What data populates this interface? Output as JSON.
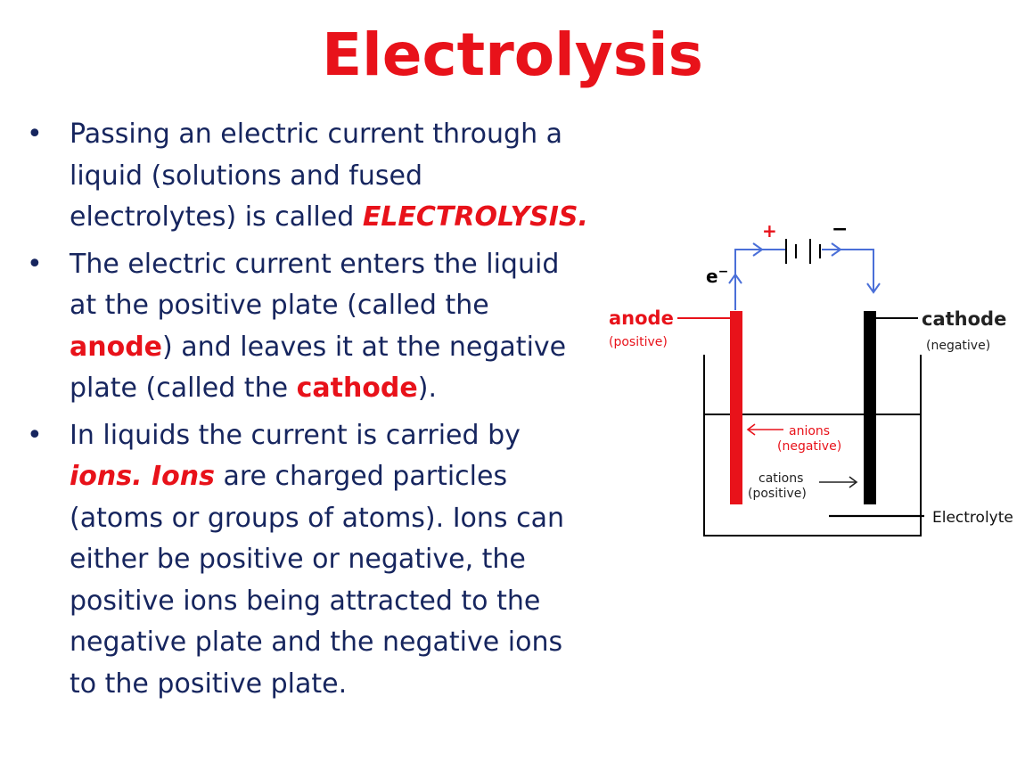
{
  "title": "Electrolysis",
  "bullets": [
    {
      "p1": "Passing an electric current through a liquid (solutions and fused electrolytes) is called ",
      "em": "ELECTROLYSIS."
    },
    {
      "p1": "The electric current enters the liquid at the positive plate (called the ",
      "anode": "anode",
      "p2": ") and leaves it at the negative plate (called the ",
      "cathode": "cathode",
      "p3": ")."
    },
    {
      "p1": "In liquids the current is carried by ",
      "em": "ions. Ions",
      "p2": " are charged particles (atoms or groups of atoms). Ions can either be positive or negative, the positive ions being attracted to the negative plate and the negative ions to the positive plate."
    }
  ],
  "diagram": {
    "plus": "+",
    "minus": "−",
    "electron": "e",
    "electron_sup": "−",
    "anode": "anode",
    "anode_sub": "(positive)",
    "cathode": "cathode",
    "cathode_sub": "(negative)",
    "anions": "anions",
    "anions_sub": "(negative)",
    "cations": "cations",
    "cations_sub": "(positive)",
    "electrolyte": "Electrolyte",
    "colors": {
      "anode": "#e8121a",
      "cathode": "#000000",
      "wire": "#4a6fd8",
      "label_red": "#e8121a"
    }
  }
}
